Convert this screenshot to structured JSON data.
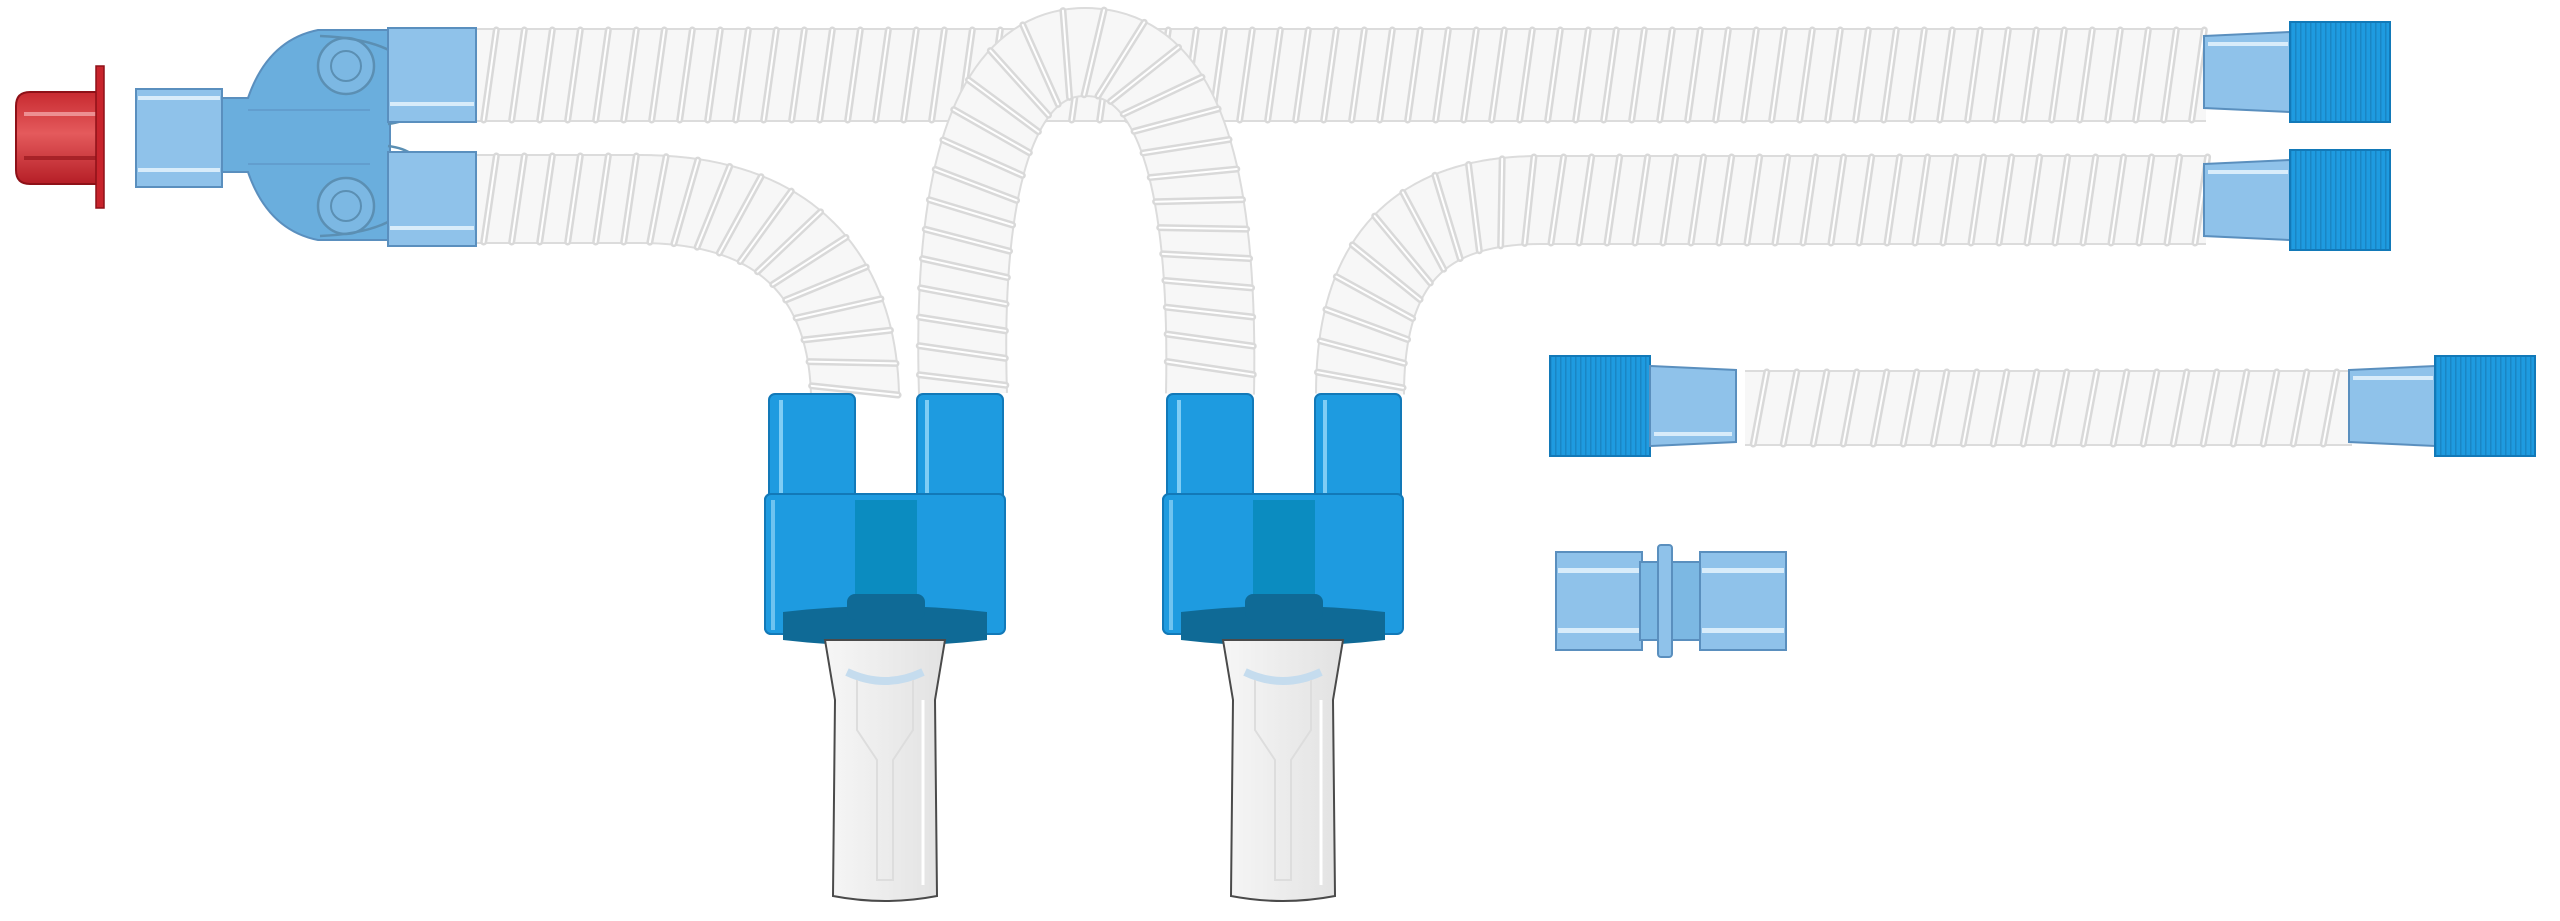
{
  "title": "",
  "colors": {
    "background": "#ffffff",
    "tube_fill": "#f7f7f7",
    "tube_edge": "#dcdcdc",
    "coil": "#d9d9d9",
    "connector_light": "#8fc2ea",
    "connector_light_edge": "#5a8fbe",
    "cap_blue": "#1e9be0",
    "cap_blue_edge": "#1279b8",
    "trap_dark": "#0f6a96",
    "trap_mid": "#0b8cc0",
    "wye_blue": "#6aaedd",
    "port_ring": "#5b8fb3",
    "red_cap": "#d63b3d",
    "red_cap_dark": "#a5131c",
    "cup_fill": "#eeeeee",
    "cup_edge": "#4a4a4a"
  },
  "components": [
    {
      "name": "red-end-cap",
      "icon": "red-cap-icon"
    },
    {
      "name": "patient-wye-connector",
      "icon": "wye-connector-icon"
    },
    {
      "name": "inspiratory-limb-tube",
      "icon": "corrugated-tube-icon"
    },
    {
      "name": "expiratory-limb-tube",
      "icon": "corrugated-tube-icon"
    },
    {
      "name": "water-trap-left",
      "icon": "water-trap-icon"
    },
    {
      "name": "water-trap-right",
      "icon": "water-trap-icon"
    },
    {
      "name": "extension-tube",
      "icon": "corrugated-tube-icon"
    },
    {
      "name": "straight-coupler",
      "icon": "coupler-icon"
    }
  ]
}
